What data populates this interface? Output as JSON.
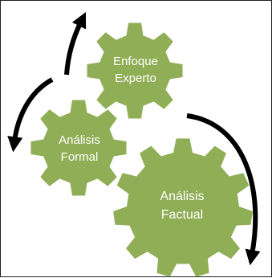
{
  "colors": {
    "gear_fill": "#8fae55",
    "label_text": "#ffffff",
    "arrow": "#000000",
    "frame_border": "#222222"
  },
  "gears": {
    "top": {
      "line1": "Enfoque",
      "line2": "Experto"
    },
    "left": {
      "line1": "Análisis",
      "line2": "Formal"
    },
    "bottom": {
      "line1": "Análisis",
      "line2": "Factual"
    }
  },
  "arrows": [
    {
      "name": "cycle-arrow-top",
      "direction": "up"
    },
    {
      "name": "cycle-arrow-left",
      "direction": "down"
    },
    {
      "name": "cycle-arrow-right",
      "direction": "down"
    }
  ]
}
